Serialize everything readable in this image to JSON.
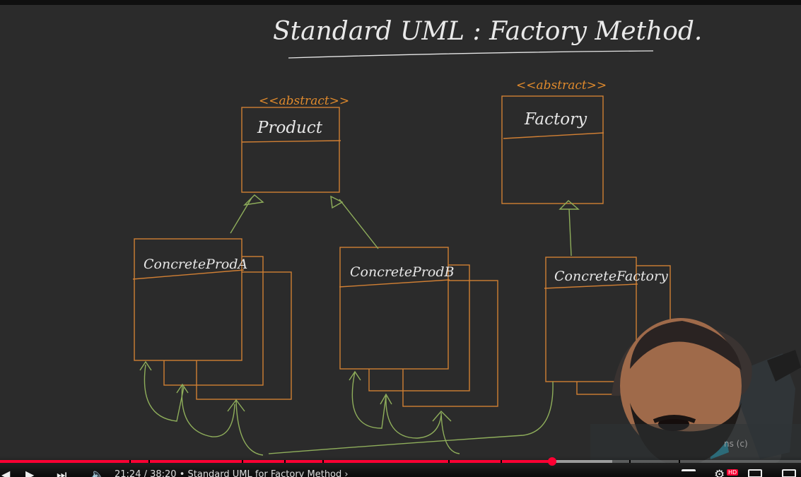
{
  "video": {
    "board_title": "Standard UML : Factory Method.",
    "product_stereotype": "<<abstract>>",
    "product_label": "Product",
    "factory_stereotype": "<<abstract>>",
    "factory_label": "Factory",
    "concrete_a_label": "ConcreteProdA",
    "concrete_b_label": "ConcreteProdB",
    "concrete_factory_label": "ConcreteFactory",
    "webcam_overlay_text": "ns (c)"
  },
  "player": {
    "time_display": "21:24 / 38:20 • Standard UML for Factory Method  ›",
    "progress_fraction": 0.689,
    "buffer_fraction": 0.764,
    "accent_color": "#ff0033",
    "icons": [
      "previous-icon",
      "play-icon",
      "next-icon",
      "volume-icon",
      "subtitles-icon",
      "settings-icon",
      "theater-icon",
      "fullscreen-icon"
    ],
    "hd_badge": "HD"
  }
}
